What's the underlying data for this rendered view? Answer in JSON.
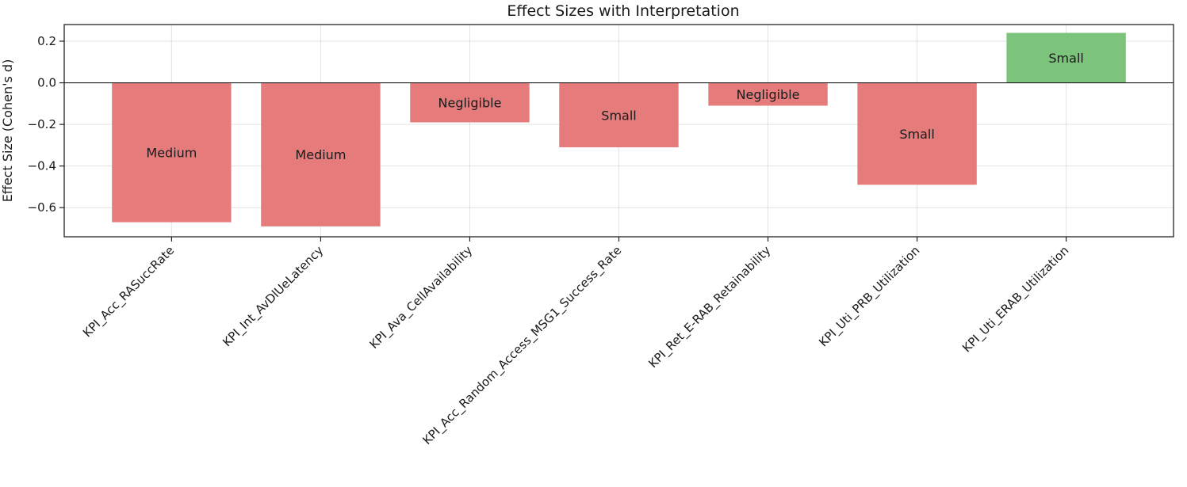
{
  "chart_data": {
    "type": "bar",
    "title": "Effect Sizes with Interpretation",
    "xlabel": "",
    "ylabel": "Effect Size (Cohen's d)",
    "ylim": [
      -0.74,
      0.28
    ],
    "yticks": [
      0.2,
      0.0,
      -0.2,
      -0.4,
      -0.6
    ],
    "ytick_labels": [
      "0.2",
      "0.0",
      "−0.2",
      "−0.4",
      "−0.6"
    ],
    "grid": true,
    "categories": [
      "KPI_Acc_RASuccRate",
      "KPI_Int_AvDlUeLatency",
      "KPI_Ava_CellAvailability",
      "KPI_Acc_Random_Access_MSG1_Success_Rate",
      "KPI_Ret_E-RAB_Retainability",
      "KPI_Uti_PRB_Utilization",
      "KPI_Uti_ERAB_Utilization"
    ],
    "values": [
      -0.67,
      -0.69,
      -0.19,
      -0.31,
      -0.11,
      -0.49,
      0.24
    ],
    "interpretations": [
      "Medium",
      "Medium",
      "Negligible",
      "Small",
      "Negligible",
      "Small",
      "Small"
    ],
    "colors": {
      "negative": "#e57b7b",
      "positive": "#7cc47c"
    }
  }
}
